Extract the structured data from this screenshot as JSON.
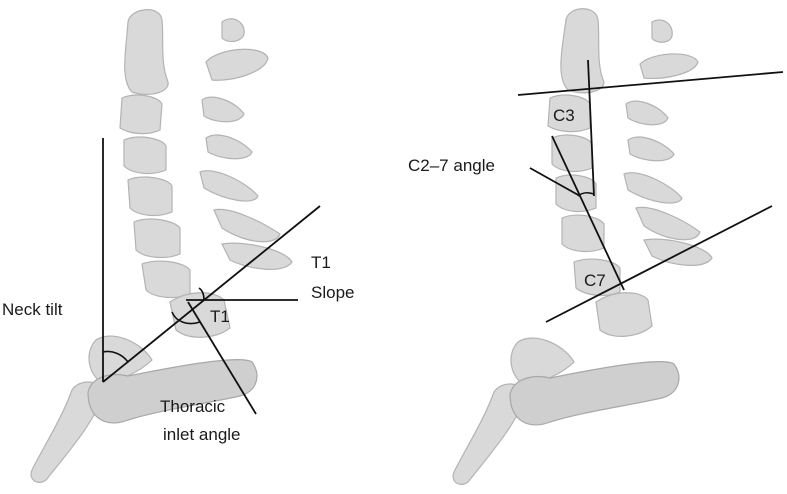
{
  "left_panel": {
    "neck_tilt": "Neck tilt",
    "t1_slope_line1": "T1",
    "t1_slope_line2": "Slope",
    "t1_vertebra": "T1",
    "thoracic_inlet_line1": "Thoracic",
    "thoracic_inlet_line2": "inlet angle"
  },
  "right_panel": {
    "c2_7_angle": "C2–7 angle",
    "c3_vertebra": "C3",
    "c7_vertebra": "C7"
  },
  "colors": {
    "bone_fill": "#d9d9d9",
    "bone_outline": "#b3b3b3",
    "line": "#111111"
  }
}
